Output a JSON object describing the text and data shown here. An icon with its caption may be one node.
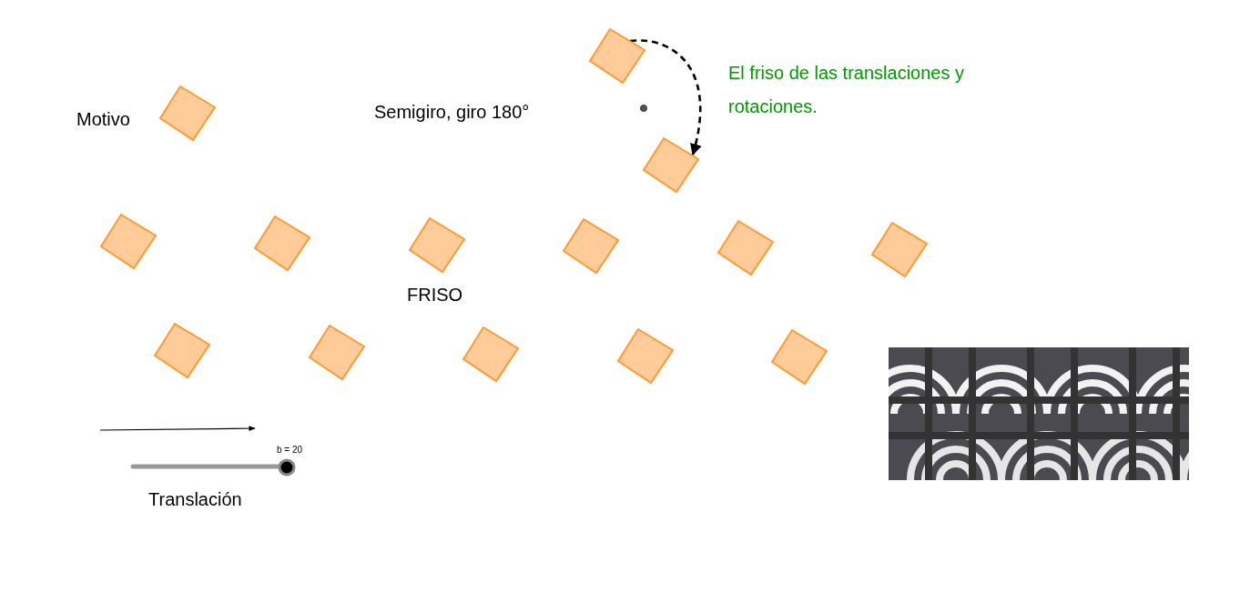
{
  "diagram": {
    "nodes": [
      {
        "text": [],
        "shape": "box"
      },
      {
        "text": [],
        "shape": "box"
      },
      {
        "text": [],
        "shape": "box"
      },
      {
        "text": [],
        "shape": "box"
      },
      {
        "text": [],
        "shape": "box"
      },
      {
        "text": [],
        "shape": "box"
      },
      {
        "text": [],
        "shape": "box"
      },
      {
        "text": [],
        "shape": "box"
      },
      {
        "text": [],
        "shape": "box"
      },
      {
        "text": [],
        "shape": "box"
      },
      {
        "text": [],
        "shape": "box"
      },
      {
        "text": [],
        "shape": "box"
      },
      {
        "text": [],
        "shape": "box"
      },
      {
        "text": [],
        "shape": "box"
      }
    ],
    "edges": [
      {
        "from": 0,
        "to": 2,
        "arrow": "to",
        "style": "dashed"
      }
    ],
    "labels": [
      "El friso de las translaciones y rotaciones.",
      "Semigiro, giro 180°",
      "Motivo",
      "FRISO",
      "b = 20",
      "Translación"
    ]
  }
}
